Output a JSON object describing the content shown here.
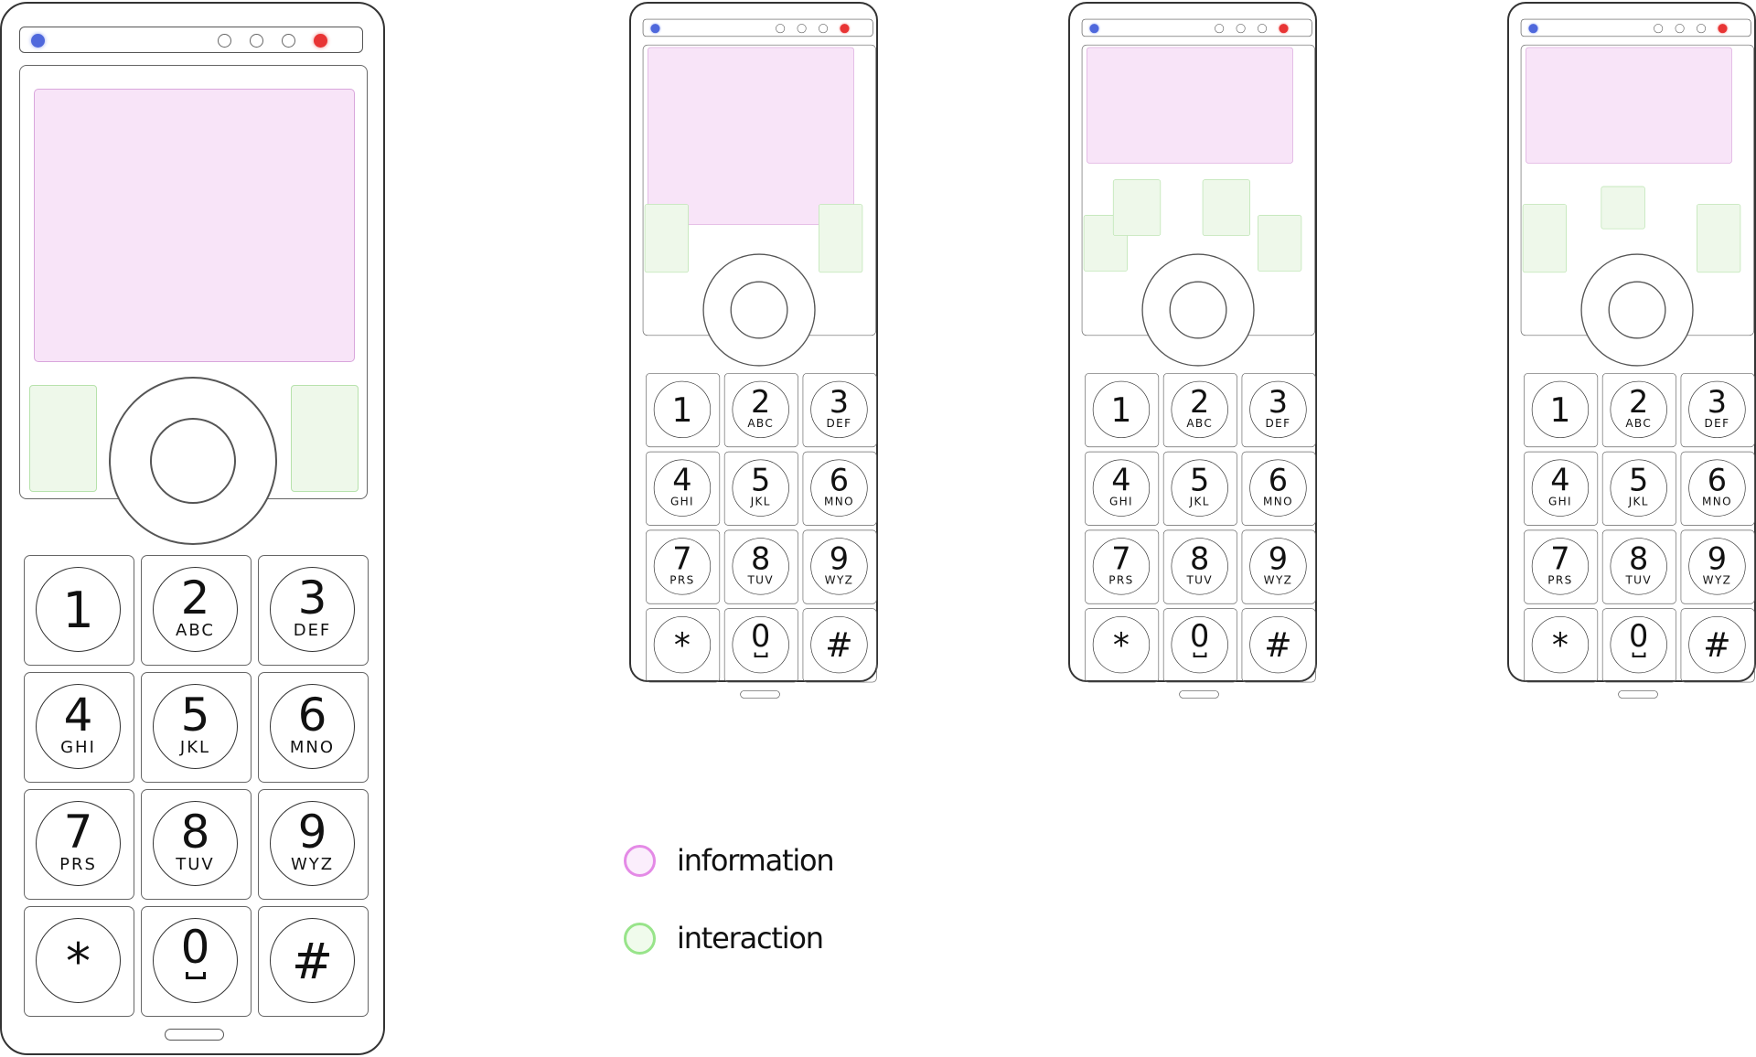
{
  "colors": {
    "information": "#f8e4f8",
    "interaction": "#eef8ea",
    "indicator_blue": "#4f68dc",
    "indicator_red": "#e83434"
  },
  "keypad": [
    {
      "digit": "1",
      "letters": ""
    },
    {
      "digit": "2",
      "letters": "ABC"
    },
    {
      "digit": "3",
      "letters": "DEF"
    },
    {
      "digit": "4",
      "letters": "GHI"
    },
    {
      "digit": "5",
      "letters": "JKL"
    },
    {
      "digit": "6",
      "letters": "MNO"
    },
    {
      "digit": "7",
      "letters": "PRS"
    },
    {
      "digit": "8",
      "letters": "TUV"
    },
    {
      "digit": "9",
      "letters": "WYZ"
    },
    {
      "digit": "*",
      "letters": ""
    },
    {
      "digit": "0",
      "letters": ""
    },
    {
      "digit": "#",
      "letters": ""
    }
  ],
  "phones": [
    {
      "variant": "large-detail",
      "upper_softkeys": 0
    },
    {
      "variant": "two-softkeys",
      "upper_softkeys": 0
    },
    {
      "variant": "four-softkeys",
      "upper_softkeys": 2
    },
    {
      "variant": "three-softkeys",
      "upper_softkeys": 1
    }
  ],
  "legend": {
    "information": "information",
    "interaction": "interaction"
  }
}
